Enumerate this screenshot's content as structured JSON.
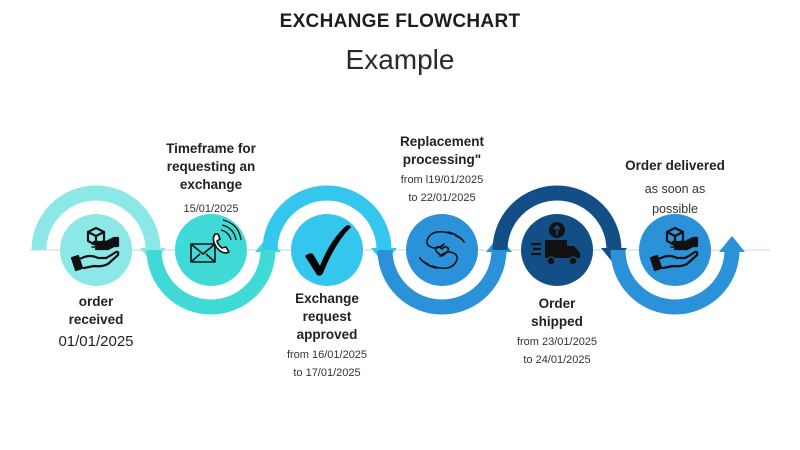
{
  "header": {
    "title": "EXCHANGE FLOWCHART",
    "subtitle": "Example"
  },
  "steps": [
    {
      "title": "order received",
      "title_lines": [
        "order",
        "received"
      ],
      "date_lines": [
        "01/01/2025"
      ],
      "icon": "package-handover-icon",
      "color": "#8ce8e6",
      "label_position": "below"
    },
    {
      "title": "Timeframe for requesting an exchange",
      "title_lines": [
        "Timeframe for",
        "requesting an",
        "exchange"
      ],
      "date_lines": [
        "15/01/2025"
      ],
      "icon": "mail-phone-icon",
      "color": "#3fd9d6",
      "label_position": "above"
    },
    {
      "title": "Exchange request approved",
      "title_lines": [
        "Exchange",
        "request",
        "approved"
      ],
      "date_lines": [
        "from 16/01/2025",
        "to 17/01/2025"
      ],
      "icon": "checkmark-icon",
      "color": "#35c6ee",
      "label_position": "below"
    },
    {
      "title": "Replacement processing\"",
      "title_lines": [
        "Replacement",
        "processing\""
      ],
      "date_lines": [
        "from l19/01/2025",
        "to 22/01/2025"
      ],
      "icon": "caring-hands-heart-icon",
      "color": "#2b91d8",
      "label_position": "above"
    },
    {
      "title": "Order shipped",
      "title_lines": [
        "Order",
        "shipped"
      ],
      "date_lines": [
        "from 23/01/2025",
        "to  24/01/2025"
      ],
      "icon": "delivery-truck-icon",
      "color": "#134f86",
      "label_position": "below"
    },
    {
      "title": "Order delivered",
      "title_lines": [
        "Order delivered"
      ],
      "date_lines": [
        "as soon as",
        "possible"
      ],
      "icon": "package-handover-icon",
      "color": "#2b91d8",
      "label_position": "above"
    }
  ],
  "colors": {
    "axis_line": "#cfe8f3",
    "icon_ink": "#111111"
  }
}
